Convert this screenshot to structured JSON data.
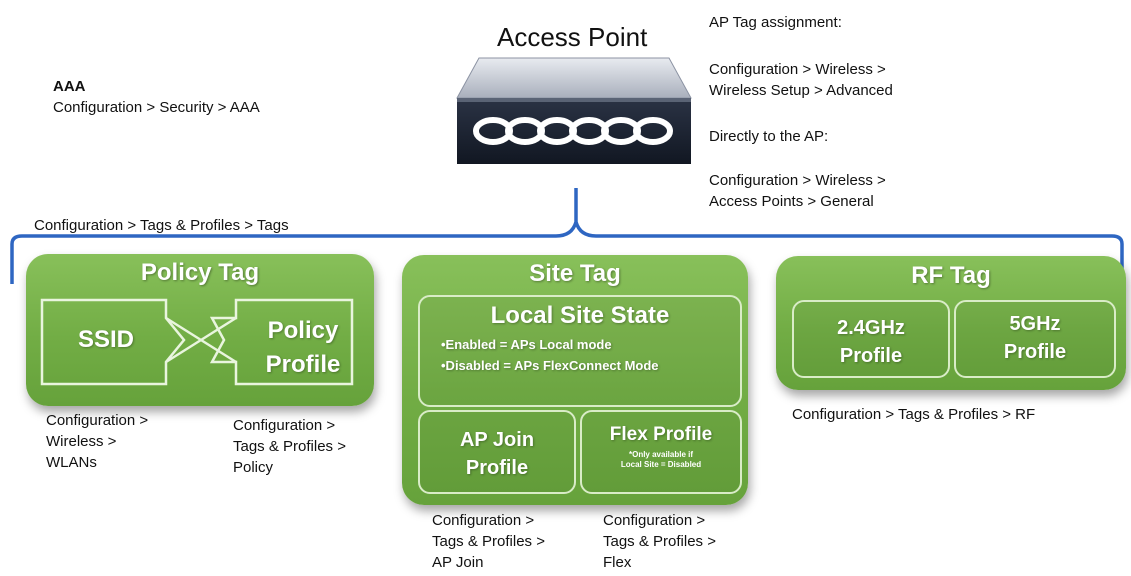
{
  "access_point": {
    "title": "Access Point"
  },
  "aaa": {
    "heading": "AAA",
    "path": "Configuration > Security > AAA"
  },
  "ap_tag_assignment": {
    "heading": "AP Tag assignment:",
    "path_1": "Configuration >  Wireless >\nWireless Setup > Advanced",
    "direct_heading": "Directly to the AP:",
    "path_2": "Configuration > Wireless >\nAccess Points > General"
  },
  "tags_path": "Configuration > Tags & Profiles > Tags",
  "policy_tag": {
    "title": "Policy Tag",
    "ssid": "SSID",
    "policy_profile": "Policy\nProfile",
    "ssid_path": "Configuration >\nWireless >\nWLANs",
    "policy_path": "Configuration >\nTags & Profiles >\nPolicy"
  },
  "site_tag": {
    "title": "Site Tag",
    "local_site_state": "Local Site State",
    "bullet_enabled": "•Enabled = APs Local mode",
    "bullet_disabled": "•Disabled = APs  FlexConnect Mode",
    "ap_join_profile": "AP Join\nProfile",
    "flex_profile": "Flex Profile",
    "flex_note": "*Only available if\nLocal Site = Disabled",
    "ap_join_path": "Configuration >\nTags & Profiles >\nAP Join",
    "flex_path": "Configuration >\nTags & Profiles >\nFlex"
  },
  "rf_tag": {
    "title": "RF Tag",
    "profile_24": "2.4GHz\nProfile",
    "profile_5": "5GHz\nProfile",
    "rf_path": "Configuration > Tags & Profiles > RF"
  },
  "colors": {
    "green": "#72ad45",
    "bracket_blue": "#2e66c2",
    "device_body": "#2f3748"
  },
  "icons": [
    "access-point-device-icon",
    "ssid-policy-cross-arrow-icon"
  ]
}
